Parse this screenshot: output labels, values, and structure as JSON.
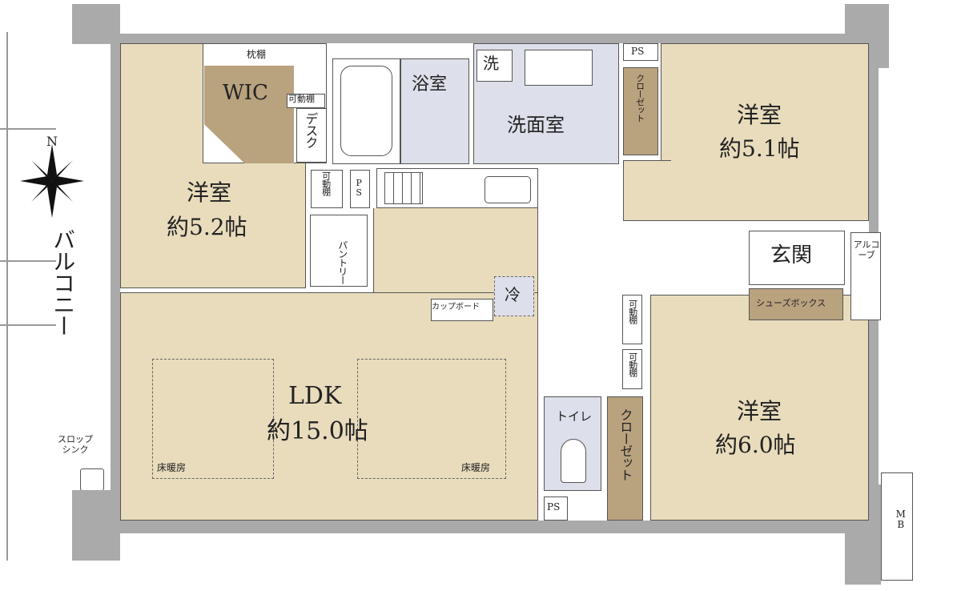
{
  "balcony": {
    "label": "バルコニー",
    "compass": "N",
    "slop_sink": [
      "スロップ",
      "シンク"
    ]
  },
  "rooms": {
    "western_52": {
      "name": "洋室",
      "size": "約5.2帖"
    },
    "wic": {
      "name": "WIC",
      "shelf": "枕棚",
      "movable_shelf": "可動棚",
      "desk": "デスク"
    },
    "bath": {
      "name": "浴室"
    },
    "washroom": {
      "name": "洗面室",
      "washer": "洗"
    },
    "western_51": {
      "name": "洋室",
      "size": "約5.1帖",
      "closet": "クローゼット",
      "ps": "PS"
    },
    "kitchen": {
      "shelf": "可動棚",
      "ps": "PS",
      "pantry": "パントリー",
      "fridge": "冷",
      "cupboard": "カップボード"
    },
    "ldk": {
      "name": "LDK",
      "size": "約15.0帖",
      "floor_heating_1": "床暖房",
      "floor_heating_2": "床暖房"
    },
    "entrance": {
      "name": "玄関",
      "shoebox": "シューズボックス",
      "alcove": "アルコーブ"
    },
    "hall": {
      "shelf_1": "可動棚",
      "shelf_2": "可動棚"
    },
    "toilet": {
      "name": "トイレ",
      "ps": "PS"
    },
    "western_60": {
      "name": "洋室",
      "size": "約6.0帖",
      "closet": "クローゼット"
    },
    "mb": "MB"
  },
  "colors": {
    "room": "#e8dcbc",
    "storage": "#b9a27e",
    "wet": "#dde0ea",
    "wall": "#aaaaaa"
  }
}
